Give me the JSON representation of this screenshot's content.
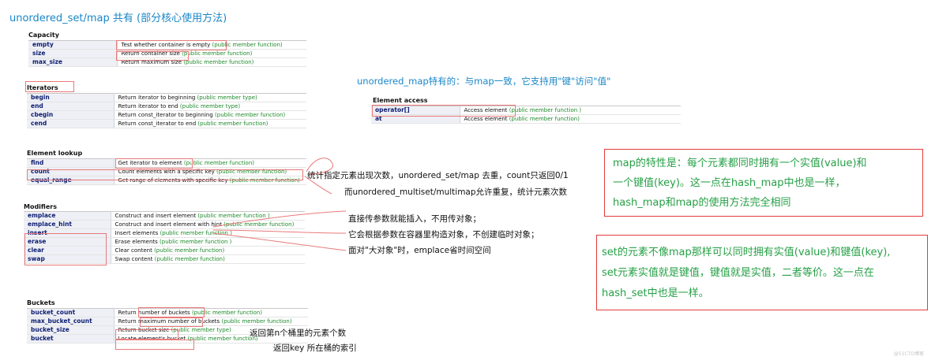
{
  "heading": "unordered_set/map 共有 (部分核心使用方法)",
  "map_heading": "unordered_map特有的：与map一致，它支持用\"键\"访问\"值\"",
  "sections": {
    "capacity": {
      "title": "Capacity",
      "rows": [
        {
          "name": "empty",
          "desc": "Test whether container is empty",
          "kind": "(public member function)"
        },
        {
          "name": "size",
          "desc": "Return container size",
          "kind": "(public member function)"
        },
        {
          "name": "max_size",
          "desc": "Return maximum size",
          "kind": "(public member function)"
        }
      ]
    },
    "iterators": {
      "title": "Iterators",
      "rows": [
        {
          "name": "begin",
          "desc": "Return iterator to beginning",
          "kind": "(public member type)"
        },
        {
          "name": "end",
          "desc": "Return iterator to end",
          "kind": "(public member type)"
        },
        {
          "name": "cbegin",
          "desc": "Return const_iterator to beginning",
          "kind": "(public member function)"
        },
        {
          "name": "cend",
          "desc": "Return const_iterator to end",
          "kind": "(public member function)"
        }
      ]
    },
    "lookup": {
      "title": "Element lookup",
      "rows": [
        {
          "name": "find",
          "desc": "Get iterator to element",
          "kind": "(public member function)"
        },
        {
          "name": "count",
          "desc": "Count elements with a specific key",
          "kind": "(public member function)"
        },
        {
          "name": "equal_range",
          "desc": "Get range of elements with specific key",
          "kind": "(public member function)"
        }
      ]
    },
    "modifiers": {
      "title": "Modifiers",
      "rows": [
        {
          "name": "emplace",
          "desc": "Construct and insert element",
          "kind": "(public member function )"
        },
        {
          "name": "emplace_hint",
          "desc": "Construct and insert element with hint",
          "kind": "(public member function)"
        },
        {
          "name": "insert",
          "desc": "Insert elements",
          "kind": "(public member function )"
        },
        {
          "name": "erase",
          "desc": "Erase elements",
          "kind": "(public member function )"
        },
        {
          "name": "clear",
          "desc": "Clear content",
          "kind": "(public member function)"
        },
        {
          "name": "swap",
          "desc": "Swap content",
          "kind": "(public member function)"
        }
      ]
    },
    "buckets": {
      "title": "Buckets",
      "rows": [
        {
          "name": "bucket_count",
          "desc": "Return number of buckets",
          "kind": "(public member function)"
        },
        {
          "name": "max_bucket_count",
          "desc": "Return maximum number of buckets",
          "kind": "(public member function)"
        },
        {
          "name": "bucket_size",
          "desc": "Return bucket size",
          "kind": "(public member type)"
        },
        {
          "name": "bucket",
          "desc": "Locate element's bucket",
          "kind": "(public member function)"
        }
      ]
    },
    "access": {
      "title": "Element access",
      "rows": [
        {
          "name": "operator[]",
          "desc": "Access element",
          "kind": "(public member function )"
        },
        {
          "name": "at",
          "desc": "Access element",
          "kind": "(public member function)"
        }
      ]
    }
  },
  "annotations": {
    "count_line1": "统计指定元素出现次数，unordered_set/map 去重，count只返回0/1",
    "count_line2": "而unordered_multiset/multimap允许重复，统计元素次数",
    "emplace_line1": "直接传参数就能插入，不用传对象；",
    "emplace_line2": "它会根据参数在容器里构造对象，不创建临时对象；",
    "emplace_line3": "面对\"大对象\"时，emplace省时间空间",
    "bucket_size": "返回第n个桶里的元素个数",
    "bucket": "返回key 所在桶的索引"
  },
  "notes": {
    "map": [
      "map的特性是：每个元素都同时拥有一个实值(value)和",
      "一个键值(key)。这一点在hash_map中也是一样，",
      "hash_map和map的使用方法完全相同"
    ],
    "set": [
      "set的元素不像map那样可以同时拥有实值(value)和键值(key),",
      "set元素实值就是键值，键值就是实值，二者等价。这一点在",
      "hash_set中也是一样。"
    ]
  },
  "watermark": "@51CTO博客",
  "colors": {
    "heading": "#1a86c7",
    "note_text": "#26a046",
    "box_border": "#e43a3a",
    "member_kind": "#1d8a2a"
  }
}
